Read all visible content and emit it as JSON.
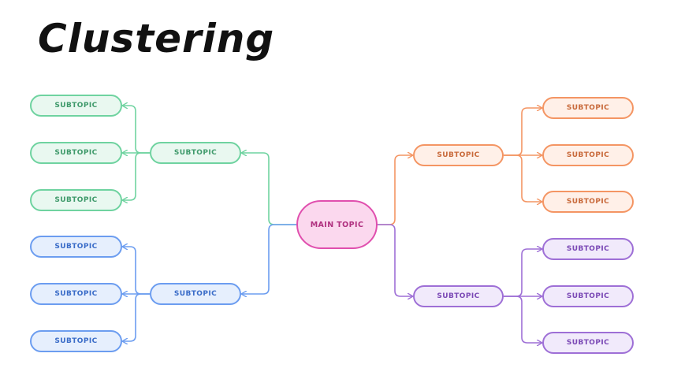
{
  "title": "Clustering",
  "main_topic": "MAIN TOPIC",
  "clusters": {
    "green": {
      "hub": "SUBTOPIC",
      "leaves": [
        "SUBTOPIC",
        "SUBTOPIC",
        "SUBTOPIC"
      ],
      "color": "#6fd3a0"
    },
    "blue": {
      "hub": "SUBTOPIC",
      "leaves": [
        "SUBTOPIC",
        "SUBTOPIC",
        "SUBTOPIC"
      ],
      "color": "#6c9df0"
    },
    "orange": {
      "hub": "SUBTOPIC",
      "leaves": [
        "SUBTOPIC",
        "SUBTOPIC",
        "SUBTOPIC"
      ],
      "color": "#f49563"
    },
    "purple": {
      "hub": "SUBTOPIC",
      "leaves": [
        "SUBTOPIC",
        "SUBTOPIC",
        "SUBTOPIC"
      ],
      "color": "#9e6fd6"
    }
  },
  "main_color": "#e04fae"
}
